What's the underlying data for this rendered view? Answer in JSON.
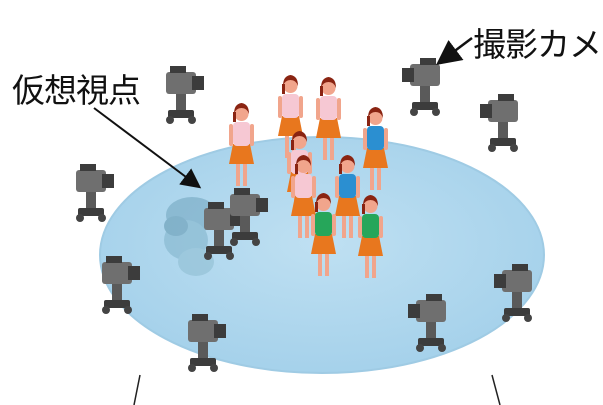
{
  "labels": {
    "camera": "撮影カメラ",
    "virtual_viewpoint": "仮想視点"
  },
  "colors": {
    "stage": "#a9d4ec",
    "stage_edge": "#8cc3e2",
    "camera_body": "#6f6f6f",
    "camera_dark": "#3c3c3c",
    "skin": "#f1a58c",
    "hair": "#8a2412",
    "skirt": "#e8771e",
    "shirt_pink": "#f6c8d3",
    "shirt_blue": "#2b8fd1",
    "shirt_green": "#26a65a",
    "ghost": "#7fb0c8"
  },
  "cameras": [
    {
      "name": "camera-1"
    },
    {
      "name": "camera-2"
    },
    {
      "name": "camera-3"
    },
    {
      "name": "camera-4"
    },
    {
      "name": "camera-5"
    },
    {
      "name": "camera-6"
    },
    {
      "name": "camera-7"
    },
    {
      "name": "camera-8"
    },
    {
      "name": "camera-9"
    },
    {
      "name": "camera-10"
    }
  ],
  "performers": [
    {
      "shirt": "pink"
    },
    {
      "shirt": "pink"
    },
    {
      "shirt": "pink"
    },
    {
      "shirt": "pink"
    },
    {
      "shirt": "pink"
    },
    {
      "shirt": "blue"
    },
    {
      "shirt": "blue"
    },
    {
      "shirt": "green"
    },
    {
      "shirt": "green"
    }
  ]
}
